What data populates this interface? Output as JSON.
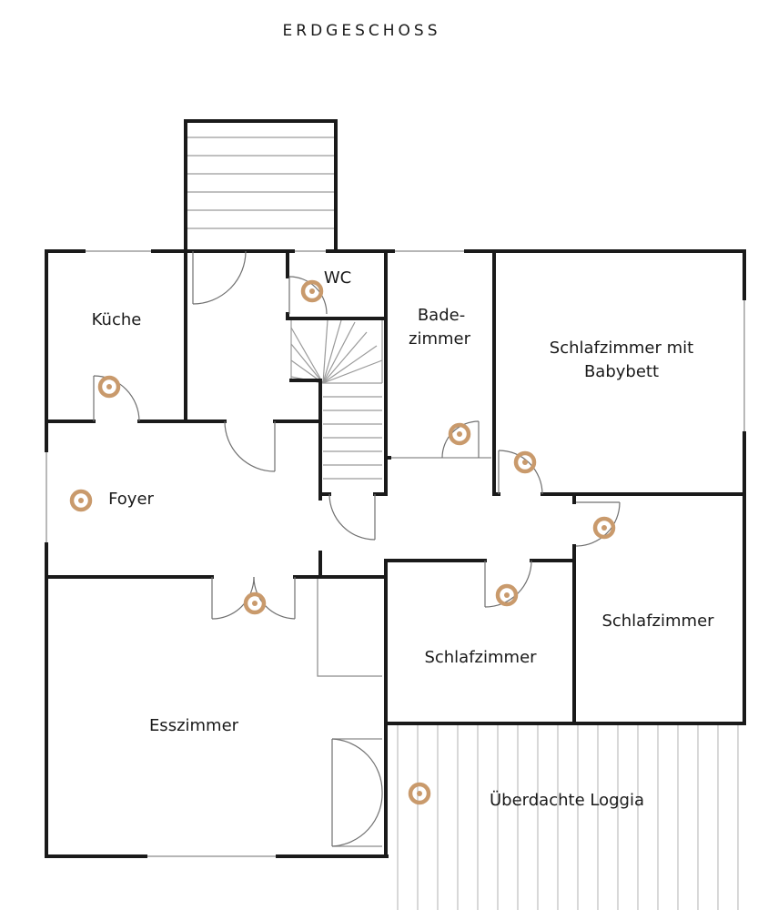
{
  "title": "ERDGESCHOSS",
  "rooms": {
    "kueche": "Küche",
    "wc": "WC",
    "bad_line1": "Bade-",
    "bad_line2": "zimmer",
    "schlaf_baby_line1": "Schlafzimmer mit",
    "schlaf_baby_line2": "Babybett",
    "foyer": "Foyer",
    "schlafzimmer_right": "Schlafzimmer",
    "schlafzimmer_mid": "Schlafzimmer",
    "esszimmer": "Esszimmer",
    "loggia": "Überdachte Loggia"
  },
  "colors": {
    "walls": "#1a1a1a",
    "marker": "#c99a6c",
    "stairs": "#9a9a9a"
  },
  "icons": {
    "hotspot": "panorama-hotspot-icon",
    "door": "door-swing-icon",
    "stairs": "staircase-icon"
  }
}
